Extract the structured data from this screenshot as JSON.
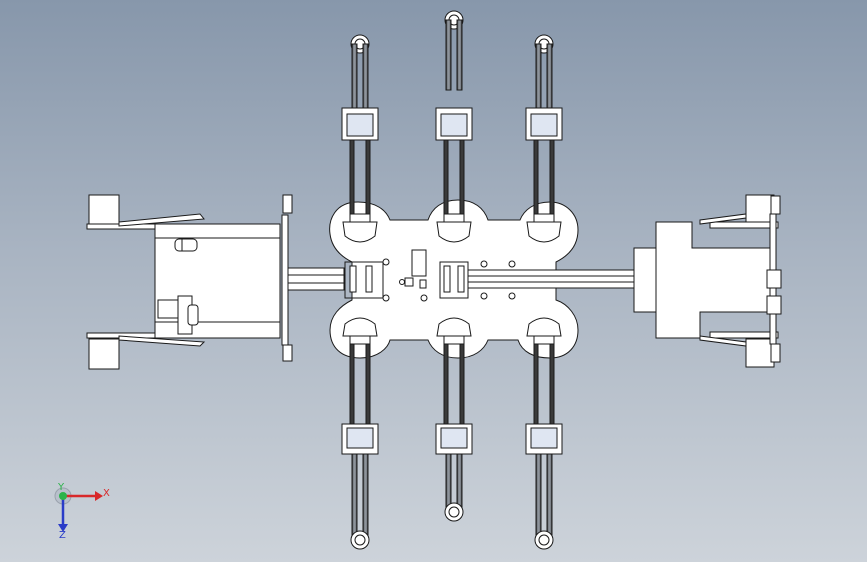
{
  "triad": {
    "x_label": "X",
    "y_label": "Y",
    "z_label": "Z",
    "colors": {
      "x": "#d8282a",
      "y": "#2bb34a",
      "z": "#2a3cc8"
    }
  },
  "palette": {
    "part_fill": "#ffffff",
    "edge": "#1a1a1a",
    "rod_dark": "#3a3a3a",
    "rod_light": "#9aa0a8",
    "block_fill": "#dfe6f2"
  }
}
